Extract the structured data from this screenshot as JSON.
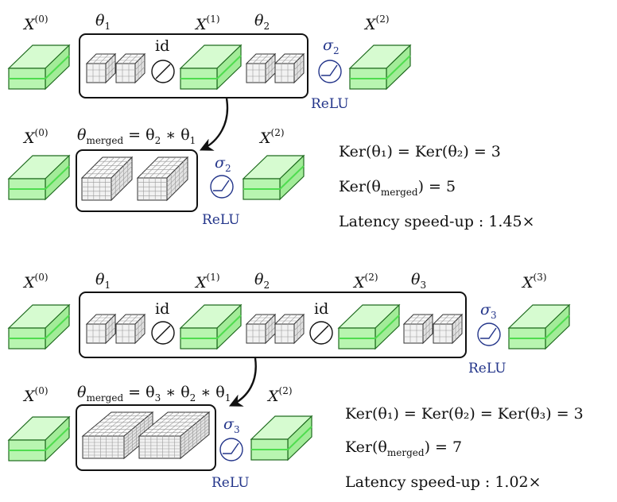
{
  "colors": {
    "tensor_face": "#b8f5b0",
    "tensor_top": "#d6fbd0",
    "tensor_side": "#a2ec98",
    "tensor_stripe": "#4fdc4f",
    "tensor_edge": "#1f6b1f",
    "kernel_face": "#f2f2f2",
    "kernel_top": "#fafafa",
    "kernel_side": "#e3e3e3",
    "kernel_grid": "#9a9a9a",
    "relu": "#23358a",
    "box": "#111111"
  },
  "icons": {
    "identity": "circle-slash-icon",
    "relu": "relu-curve-icon",
    "arrow": "curved-arrow-icon"
  },
  "diagram1": {
    "top": {
      "x0": "X",
      "x0_sup": "(0)",
      "theta1": "θ",
      "theta1_sub": "1",
      "id": "id",
      "x1": "X",
      "x1_sup": "(1)",
      "theta2": "θ",
      "theta2_sub": "2",
      "sigma": "σ",
      "sigma_sub": "2",
      "relu": "ReLU",
      "x2": "X",
      "x2_sup": "(2)"
    },
    "merged": {
      "x0": "X",
      "x0_sup": "(0)",
      "theta_merged": "θ",
      "theta_merged_sub": "merged",
      "theta_merged_expr": " = θ",
      "expr_a_sub": "2",
      "expr_star": " ∗ θ",
      "expr_b_sub": "1",
      "sigma": "σ",
      "sigma_sub": "2",
      "relu": "ReLU",
      "x2": "X",
      "x2_sup": "(2)"
    },
    "equations": {
      "line1": "Ker(θ₁) = Ker(θ₂) = 3",
      "line2_a": "Ker(θ",
      "line2_sub": "merged",
      "line2_b": ") = 5",
      "line3": "Latency speed-up : 1.45×"
    }
  },
  "diagram2": {
    "top": {
      "x0": "X",
      "x0_sup": "(0)",
      "theta1": "θ",
      "theta1_sub": "1",
      "id1": "id",
      "x1": "X",
      "x1_sup": "(1)",
      "theta2": "θ",
      "theta2_sub": "2",
      "id2": "id",
      "x2": "X",
      "x2_sup": "(2)",
      "theta3": "θ",
      "theta3_sub": "3",
      "sigma": "σ",
      "sigma_sub": "3",
      "relu": "ReLU",
      "x3": "X",
      "x3_sup": "(3)"
    },
    "merged": {
      "x0": "X",
      "x0_sup": "(0)",
      "theta_merged": "θ",
      "theta_merged_sub": "merged",
      "theta_merged_expr": " = θ",
      "expr_a_sub": "3",
      "expr_star1": " ∗ θ",
      "expr_b_sub": "2",
      "expr_star2": " ∗ θ",
      "expr_c_sub": "1",
      "sigma": "σ",
      "sigma_sub": "3",
      "relu": "ReLU",
      "x2": "X",
      "x2_sup": "(2)"
    },
    "equations": {
      "line1": "Ker(θ₁) = Ker(θ₂) = Ker(θ₃) = 3",
      "line2_a": "Ker(θ",
      "line2_sub": "merged",
      "line2_b": ") = 7",
      "line3": "Latency speed-up : 1.02×"
    }
  }
}
